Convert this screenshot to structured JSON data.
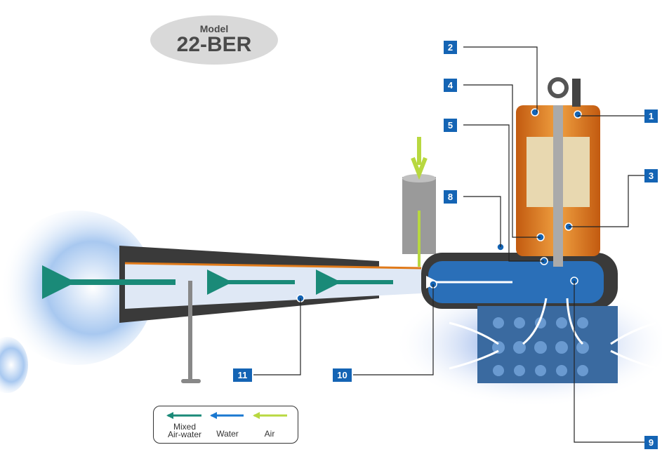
{
  "model": {
    "label": "Model",
    "name": "22-BER"
  },
  "callouts": [
    {
      "id": "1",
      "label": "1"
    },
    {
      "id": "2",
      "label": "2"
    },
    {
      "id": "3",
      "label": "3"
    },
    {
      "id": "4",
      "label": "4"
    },
    {
      "id": "5",
      "label": "5"
    },
    {
      "id": "8",
      "label": "8"
    },
    {
      "id": "9",
      "label": "9"
    },
    {
      "id": "10",
      "label": "10"
    },
    {
      "id": "11",
      "label": "11"
    }
  ],
  "legend": {
    "items": [
      {
        "label_line1": "Mixed",
        "label_line2": "Air-water",
        "color": "#1a8a78"
      },
      {
        "label_line1": "",
        "label_line2": "Water",
        "color": "#1a78d0"
      },
      {
        "label_line1": "",
        "label_line2": "Air",
        "color": "#b8d840"
      }
    ]
  },
  "colors": {
    "badge": "#1464b4",
    "casing": "#e07a1a",
    "water": "#2a6fb8",
    "pipe": "#3a3a3a"
  }
}
